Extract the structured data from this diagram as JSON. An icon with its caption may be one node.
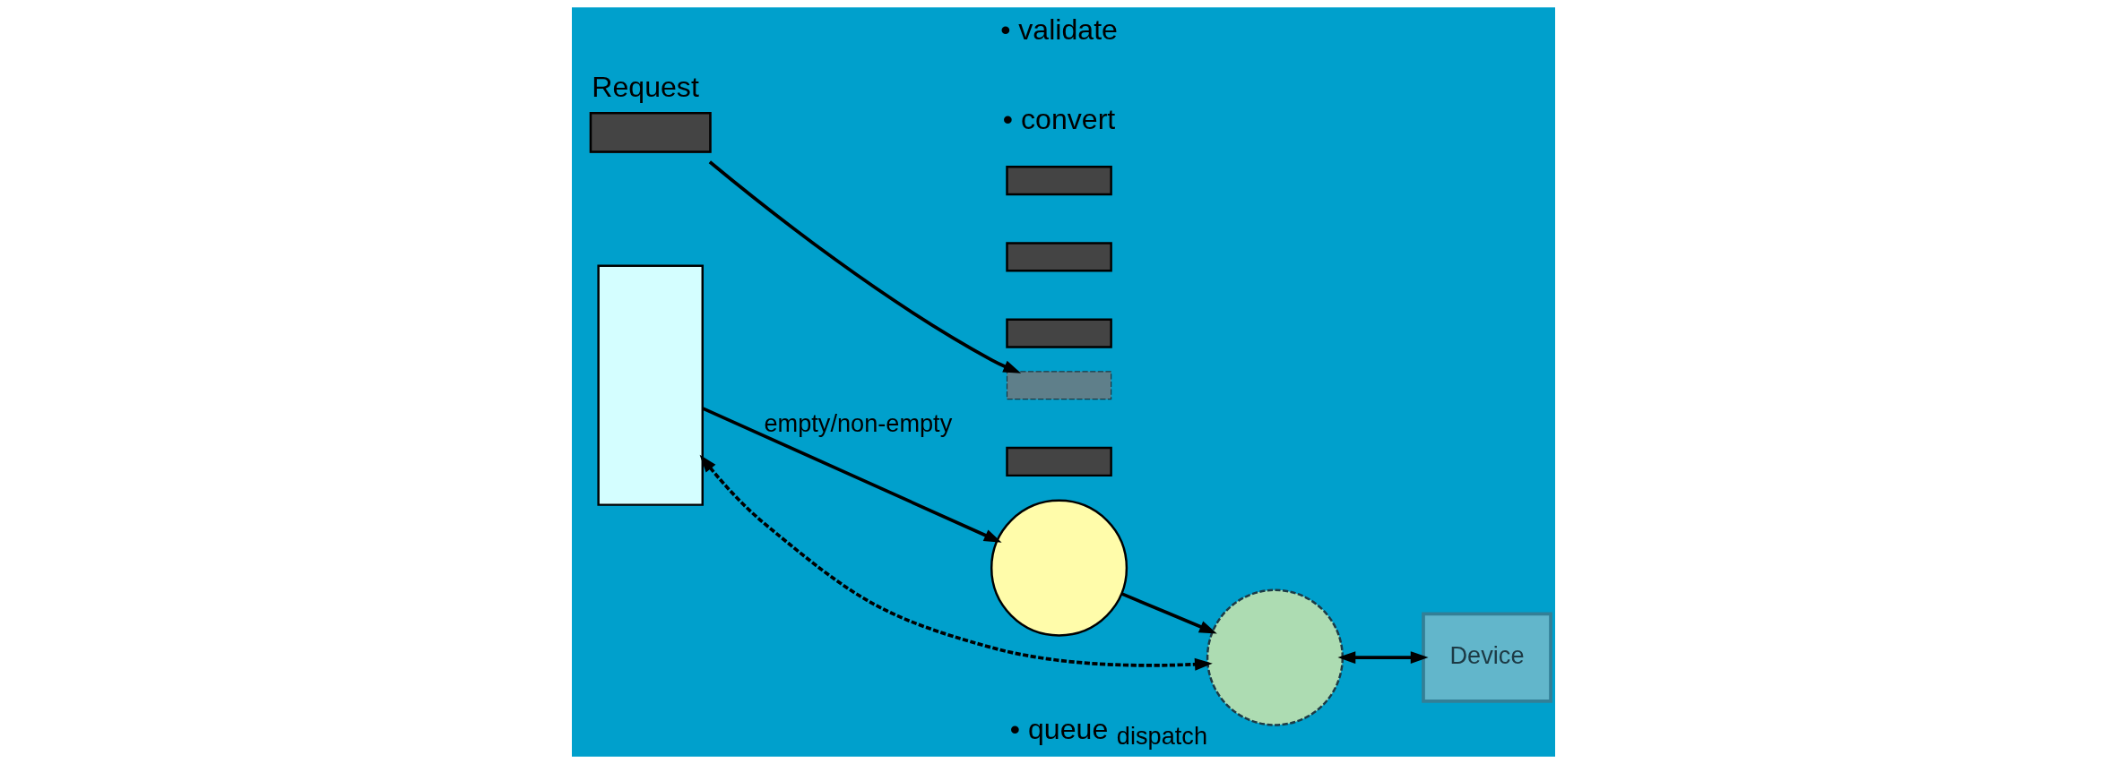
{
  "diagram": {
    "nodes": [
      {
        "text": [
          "Request"
        ]
      },
      {
        "text": [],
        "shape": "box"
      },
      {
        "text": [],
        "shape": "box"
      },
      {
        "text": [],
        "shape": "box"
      },
      {
        "text": [],
        "shape": "box"
      },
      {
        "text": [],
        "shape": "box"
      },
      {
        "text": [],
        "shape": "box"
      },
      {
        "text": [],
        "shape": "circle"
      },
      {
        "text": [],
        "shape": "circle",
        "beside": [
          "dispatch"
        ]
      },
      {
        "text": [
          "Device"
        ]
      }
    ],
    "edges": [
      {
        "from": 0,
        "to": 2,
        "arrow": "to"
      },
      {
        "from": 1,
        "to": 7,
        "arrow": "to",
        "label": "empty/non-empty"
      },
      {
        "from": 7,
        "to": 8,
        "arrow": "to"
      },
      {
        "from": 1,
        "to": 8,
        "arrow": "both",
        "style": "dashed"
      },
      {
        "from": 8,
        "to": 9,
        "arrow": "both"
      }
    ],
    "labels": [
      "• validate",
      "• convert",
      "• queue"
    ]
  }
}
